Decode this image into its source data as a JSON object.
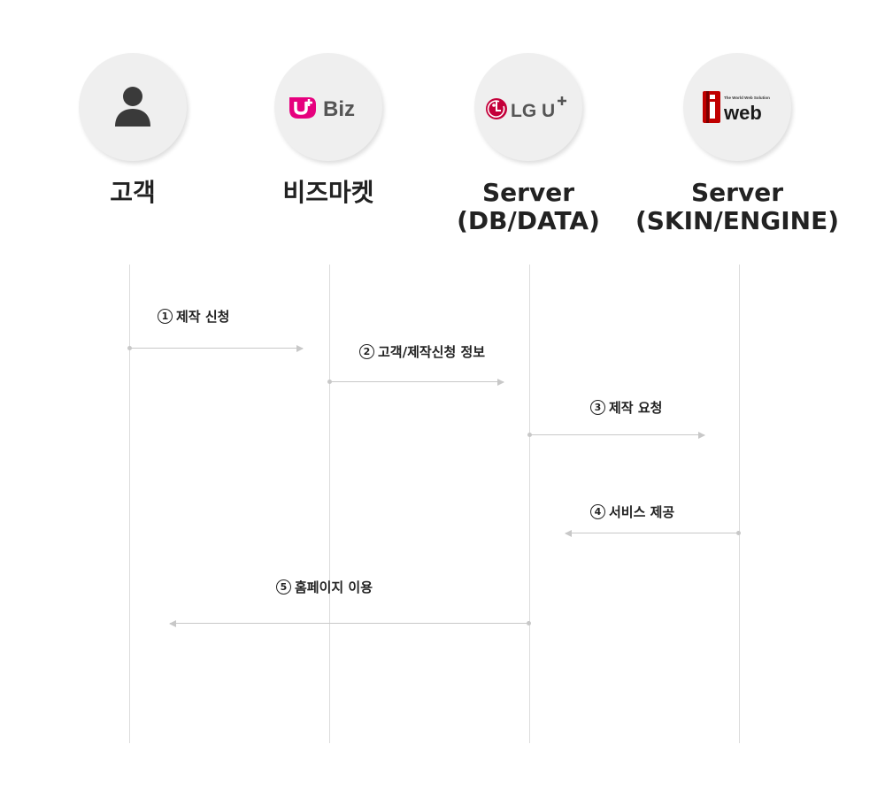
{
  "actors": [
    {
      "title": "고객",
      "icon": "person-icon"
    },
    {
      "title": "비즈마켓",
      "icon": "ubiz-logo",
      "logo_text": "Biz",
      "logo_color": "#e6007e"
    },
    {
      "title": "Server\n(DB/DATA)",
      "icon": "lg-uplus-logo",
      "logo_text": "LG U",
      "logo_color": "#c4003a"
    },
    {
      "title": "Server\n(SKIN/ENGINE)",
      "icon": "iweb-logo",
      "logo_text": "web",
      "logo_tagline": "The World Web Solution",
      "logo_color": "#c00000"
    }
  ],
  "messages": [
    {
      "num": "1",
      "text": "제작 신청",
      "from": "고객",
      "to": "비즈마켓"
    },
    {
      "num": "2",
      "text": "고객/제작신청 정보",
      "from": "비즈마켓",
      "to": "Server (DB/DATA)"
    },
    {
      "num": "3",
      "text": "제작 요청",
      "from": "Server (DB/DATA)",
      "to": "Server (SKIN/ENGINE)"
    },
    {
      "num": "4",
      "text": "서비스 제공",
      "from": "Server (SKIN/ENGINE)",
      "to": "Server (DB/DATA)"
    },
    {
      "num": "5",
      "text": "홈페이지 이용",
      "from": "Server (DB/DATA)",
      "to": "고객"
    }
  ],
  "colors": {
    "line": "#dcdcdc",
    "arrow": "#c8c8c8",
    "circle_bg": "#efefef",
    "text": "#222222"
  }
}
